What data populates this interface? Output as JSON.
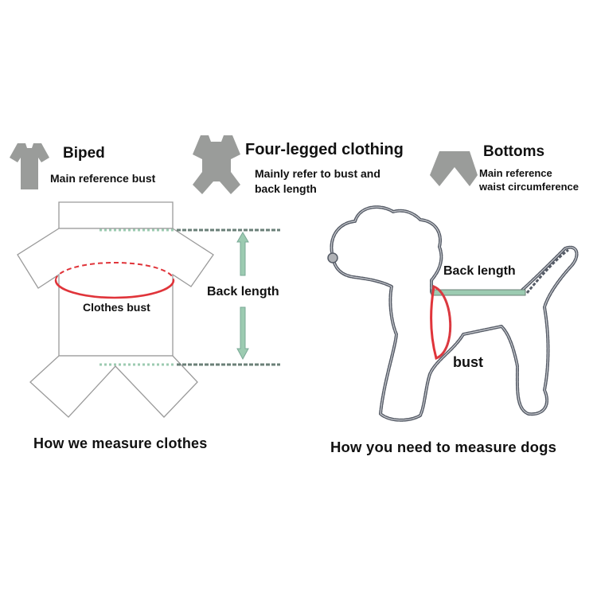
{
  "categories": [
    {
      "title": "Biped",
      "lines": [
        "Main reference bust"
      ],
      "icon": "shirt-icon"
    },
    {
      "title": "Four-legged clothing",
      "lines": [
        "Mainly refer to bust and",
        "back length"
      ],
      "icon": "four-legged-suit-icon"
    },
    {
      "title": "Bottoms",
      "lines": [
        "Main reference",
        "waist circumference"
      ],
      "icon": "pants-icon"
    }
  ],
  "clothes_diagram": {
    "bust_label": "Clothes bust",
    "back_length_label": "Back length",
    "caption": "How we measure clothes"
  },
  "dog_diagram": {
    "back_length_label": "Back length",
    "bust_label": "bust",
    "caption": "How you need to measure dogs"
  },
  "colors": {
    "icon_gray": "#9a9c9a",
    "bust_red": "#e0343a",
    "measure_green": "#9ccbb1",
    "outline_dark": "#555b66",
    "garment_outline": "#9a9a9a"
  }
}
